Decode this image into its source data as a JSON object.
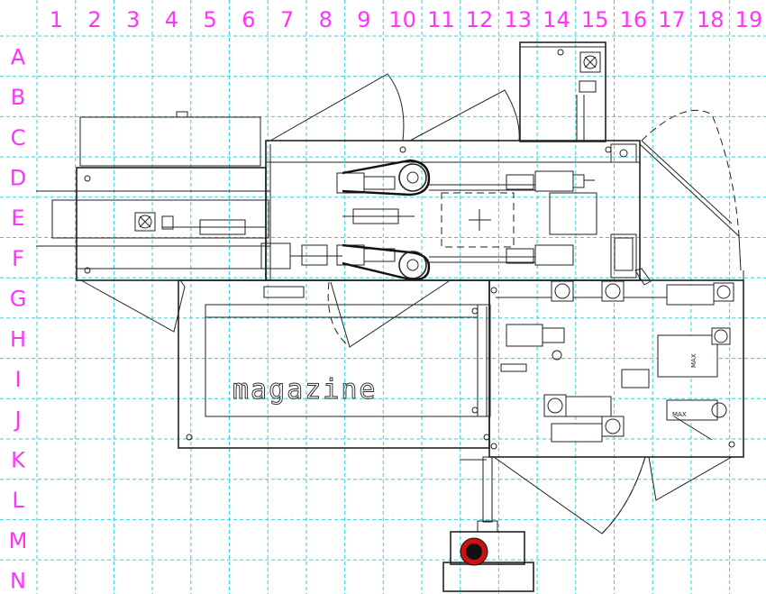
{
  "title": "",
  "grid": {
    "columns": [
      "1",
      "2",
      "3",
      "4",
      "5",
      "6",
      "7",
      "8",
      "9",
      "10",
      "11",
      "12",
      "13",
      "14",
      "15",
      "16",
      "17",
      "18",
      "19"
    ],
    "rows": [
      "A",
      "B",
      "C",
      "D",
      "E",
      "F",
      "G",
      "H",
      "I",
      "J",
      "K",
      "L",
      "M",
      "N"
    ]
  },
  "drawing": {
    "area_label": "magazine",
    "tiny_labels": [
      "MAX",
      "MAX"
    ],
    "colors": {
      "grid": "#2fd1d6",
      "grid_labels": "#ff33ff",
      "lines": "#222222",
      "emergency_stop_ring": "#cc1111",
      "emergency_stop_center": "#111111"
    },
    "icons": [
      "fan-icon",
      "fan-icon",
      "emergency-stop-icon"
    ]
  }
}
